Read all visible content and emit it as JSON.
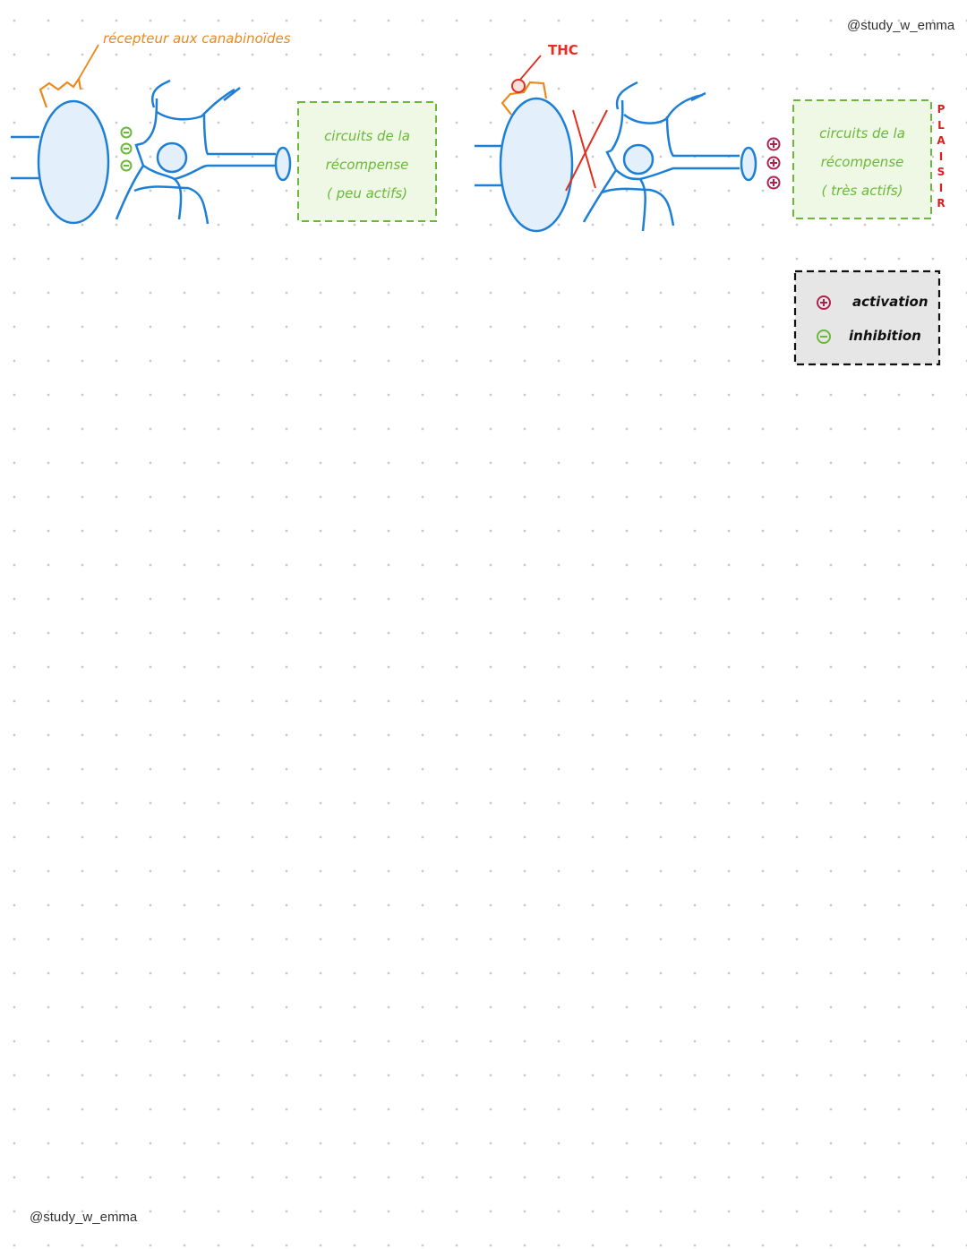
{
  "watermark_top": "@study_w_emma",
  "watermark_bottom": "@study_w_emma",
  "left_diagram": {
    "receptor_label": "récepteur aux canabinoïdes",
    "signs": [
      "−",
      "−",
      "−"
    ],
    "box_lines": [
      "circuits de la",
      "récompense",
      "( peu actifs)"
    ]
  },
  "right_diagram": {
    "thc_label": "THC",
    "signs": [
      "+",
      "+",
      "+"
    ],
    "box_lines": [
      "circuits de la",
      "récompense",
      "( très actifs)"
    ],
    "side_letters": [
      "P",
      "L",
      "A",
      "I",
      "S",
      "I",
      "R"
    ]
  },
  "legend": {
    "items": [
      {
        "symbol": "+",
        "label": "activation"
      },
      {
        "symbol": "−",
        "label": "inhibition"
      }
    ]
  },
  "colors": {
    "neuron": "#1e7fd6",
    "receptor": "#e98a1f",
    "thc": "#e03020",
    "inhibition": "#6bb83a",
    "activation": "#b0224e"
  }
}
